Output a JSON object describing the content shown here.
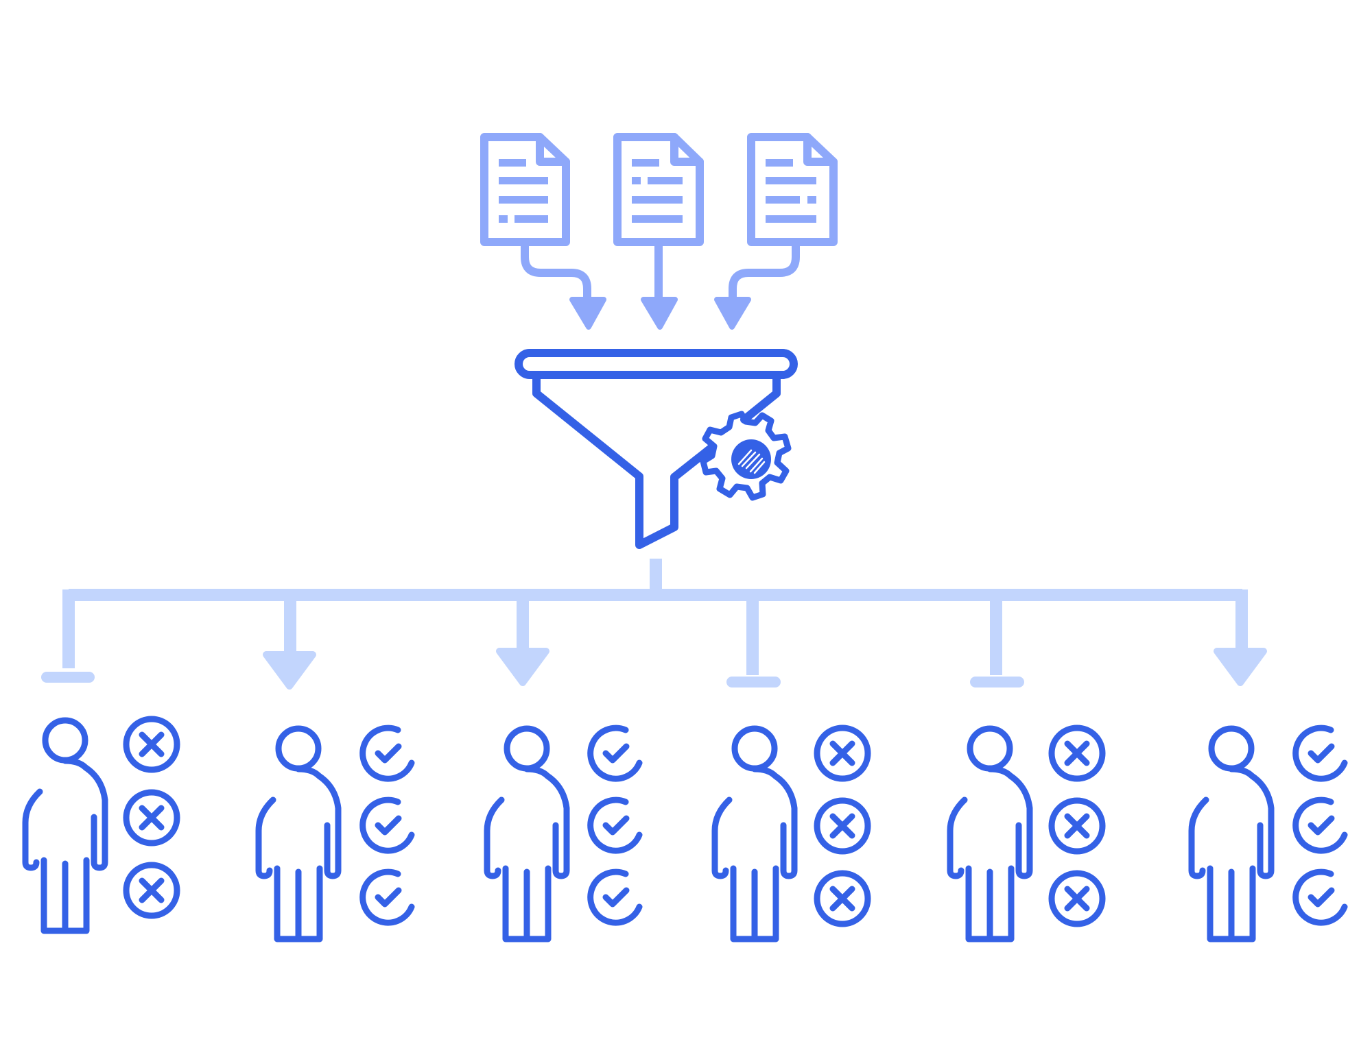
{
  "colors": {
    "background": "#ffffff",
    "primary": "#3461e6",
    "document": "#8ea8fa",
    "connector": "#c2d5fd"
  },
  "documents": [
    {
      "name": "document-1-icon"
    },
    {
      "name": "document-2-icon"
    },
    {
      "name": "document-3-icon"
    }
  ],
  "funnel": {
    "icon": "funnel-icon",
    "gear": "gear-icon"
  },
  "people": [
    {
      "name": "person-1",
      "marks": [
        "cross",
        "cross",
        "cross"
      ],
      "branch_end": "stop"
    },
    {
      "name": "person-2",
      "marks": [
        "check",
        "check",
        "check"
      ],
      "branch_end": "arrow"
    },
    {
      "name": "person-3",
      "marks": [
        "check",
        "check",
        "check"
      ],
      "branch_end": "arrow"
    },
    {
      "name": "person-4",
      "marks": [
        "cross",
        "cross",
        "cross"
      ],
      "branch_end": "stop"
    },
    {
      "name": "person-5",
      "marks": [
        "cross",
        "cross",
        "cross"
      ],
      "branch_end": "stop"
    },
    {
      "name": "person-6",
      "marks": [
        "check",
        "check",
        "check"
      ],
      "branch_end": "arrow"
    }
  ]
}
